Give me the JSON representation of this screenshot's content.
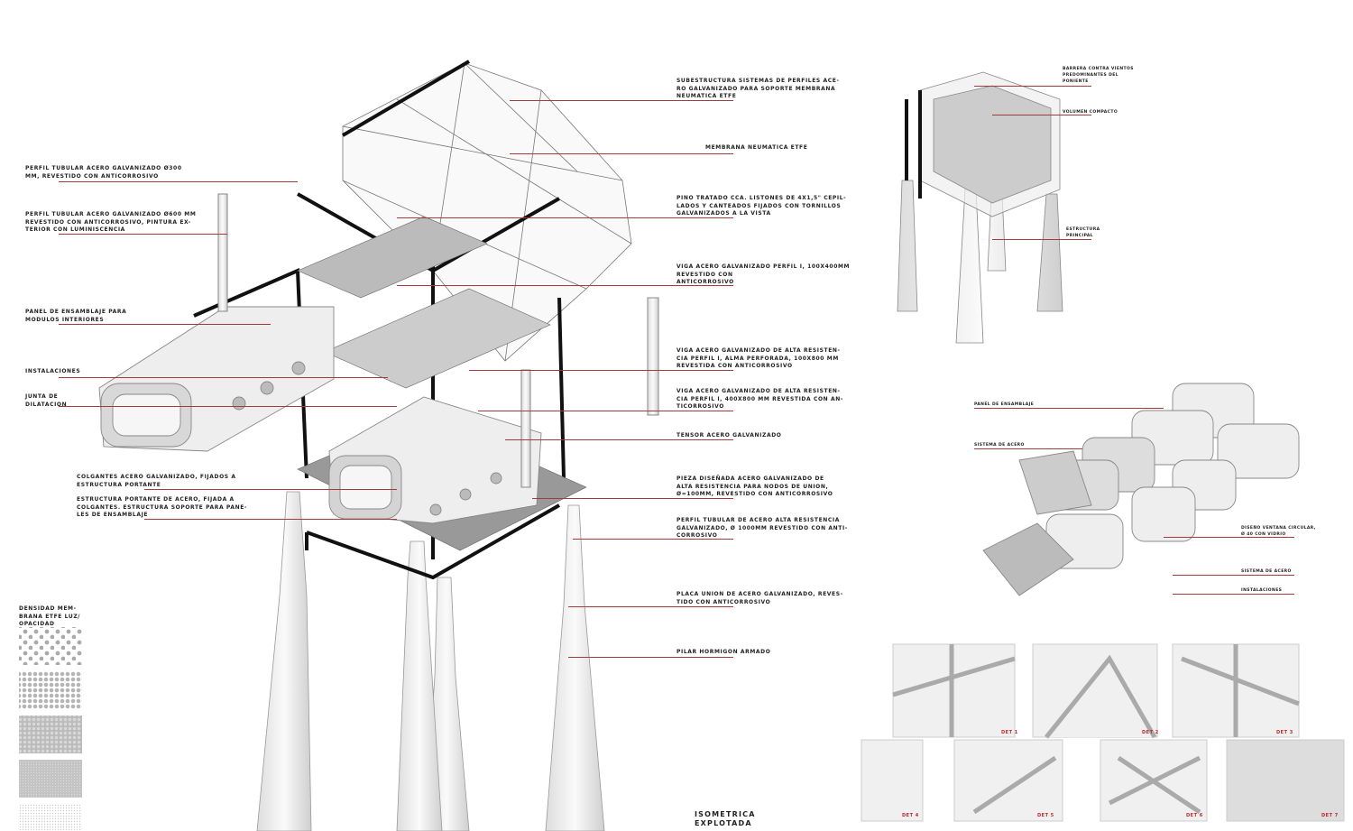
{
  "title": {
    "line1": "ISOMETRICA",
    "line2": "EXPLOTADA"
  },
  "right_labels": [
    "SUBESTRUCTURA SISTEMAS DE PERFILES ACE-\nRO GALVANIZADO  PARA SOPORTE MEMBRANA\nNEUMATICA ETFE",
    "MEMBRANA NEUMATICA ETFE",
    "PINO TRATADO CCA. LISTONES DE 4X1,5\" CEPIL-\nLADOS Y CANTEADOS FIJADOS CON TORNILLOS\nGALVANIZADOS A LA VISTA",
    "VIGA ACERO GALVANIZADO PERFIL I, 100X400MM\nREVESTIDO CON\nANTICORROSIVO",
    "VIGA ACERO GALVANIZADO DE ALTA RESISTEN-\nCIA PERFIL I, ALMA PERFORADA, 100X800 MM\nREVESTIDA CON ANTICORROSIVO",
    "VIGA ACERO GALVANIZADO DE ALTA RESISTEN-\nCIA PERFIL I, 400X800 MM REVESTIDA CON AN-\nTICORROSIVO",
    "TENSOR ACERO GALVANIZADO",
    "PIEZA DISEÑADA ACERO GALVANIZADO DE\nALTA RESISTENCIA PARA NODOS DE UNION,\nø=100MM, REVESTIDO CON ANTICORROSIVO",
    "PERFIL TUBULAR DE ACERO ALTA RESISTENCIA\nGALVANIZADO, ø 1000MM REVESTIDO CON ANTI-\nCORROSIVO",
    "PLACA UNION DE ACERO GALVANIZADO, REVES-\nTIDO CON ANTICORROSIVO",
    "PILAR HORMIGON ARMADO"
  ],
  "left_labels": [
    "PERFIL TUBULAR ACERO GALVANIZADO ø300\nMM, REVESTIDO CON ANTICORROSIVO",
    "PERFIL TUBULAR ACERO GALVANIZADO ø600 MM\nREVESTIDO CON ANTICORROSIVO, PINTURA EX-\nTERIOR CON LUMINISCENCIA",
    "PANEL DE ENSAMBLAJE PARA\nMODULOS INTERIORES",
    "INSTALACIONES",
    "JUNTA DE\nDILATACION",
    "COLGANTES ACERO GALVANIZADO, FIJADOS A\nESTRUCTURA PORTANTE",
    "ESTRUCTURA PORTANTE DE ACERO, FIJADA A\nCOLGANTES. ESTRUCTURA SOPORTE PARA PANE-\nLES DE ENSAMBLAJE"
  ],
  "overview_labels": [
    "BARRERA CONTRA VIENTOS\nPREDOMINANTES DEL\nPONIENTE",
    "VOLUMEN COMPACTO",
    "ESTRUCTURA\nPRINCIPAL"
  ],
  "module_labels": [
    "PANEL DE ENSAMBLAJE",
    "SISTEMA DE ACERO",
    "DISEÑO VENTANA CIRCULAR,\nØ 40 CON VIDRIO",
    "SISTEMA DE ACERO",
    "INSTALACIONES"
  ],
  "legend": {
    "title": "DENSIDAD MEM-\nBRANA ETFE LUZ/\nOPACIDAD"
  },
  "details": [
    "DET 1",
    "DET 2",
    "DET 3",
    "DET 4",
    "DET 5",
    "DET 6",
    "DET 7"
  ],
  "colors": {
    "leader": "#a33a3f",
    "detail_label": "#c0262c"
  }
}
